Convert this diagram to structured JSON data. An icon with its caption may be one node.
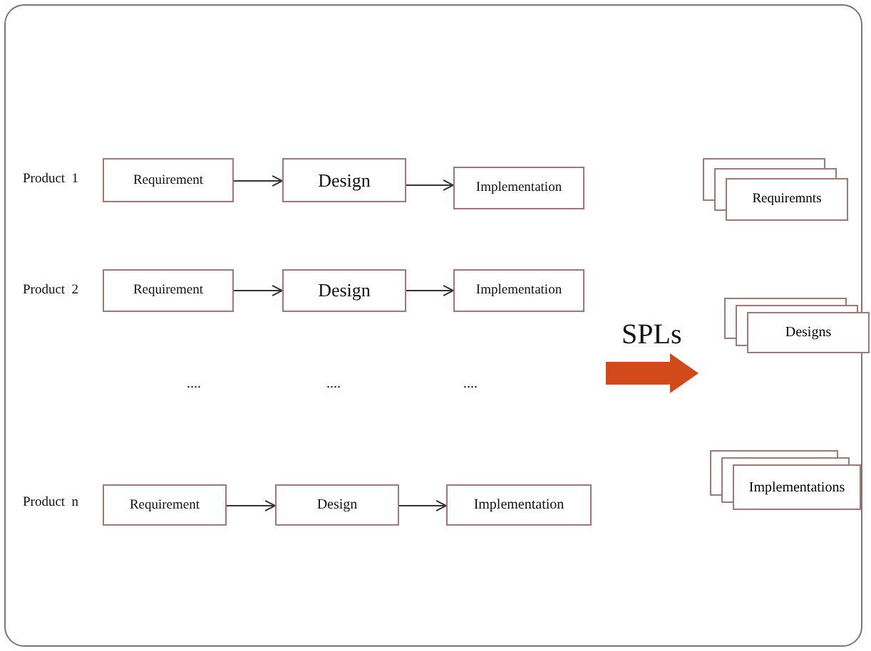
{
  "diagram": {
    "nodes": [
      {
        "text": [
          "Requirement"
        ]
      },
      {
        "text": [
          "Design"
        ]
      },
      {
        "text": [
          "Implementation"
        ]
      },
      {
        "text": [
          "Requirement"
        ]
      },
      {
        "text": [
          "Design"
        ]
      },
      {
        "text": [
          "Implementation"
        ]
      },
      {
        "text": [
          "Requirement"
        ]
      },
      {
        "text": [
          "Design"
        ]
      },
      {
        "text": [
          "Implementation"
        ]
      },
      {
        "text": [
          "Requiremnts"
        ]
      },
      {
        "text": [
          "Designs"
        ]
      },
      {
        "text": [
          "Implementations"
        ]
      }
    ],
    "edges": [
      {
        "from": 0,
        "to": 1,
        "arrow": "to"
      },
      {
        "from": 1,
        "to": 2,
        "arrow": "to"
      },
      {
        "from": 3,
        "to": 4,
        "arrow": "to"
      },
      {
        "from": 4,
        "to": 5,
        "arrow": "to"
      },
      {
        "from": 6,
        "to": 7,
        "arrow": "to"
      },
      {
        "from": 7,
        "to": 8,
        "arrow": "to"
      }
    ],
    "labels": [
      "Product  1",
      "Product  2",
      "....",
      "....",
      "....",
      "SPLs",
      "Product  n"
    ]
  }
}
